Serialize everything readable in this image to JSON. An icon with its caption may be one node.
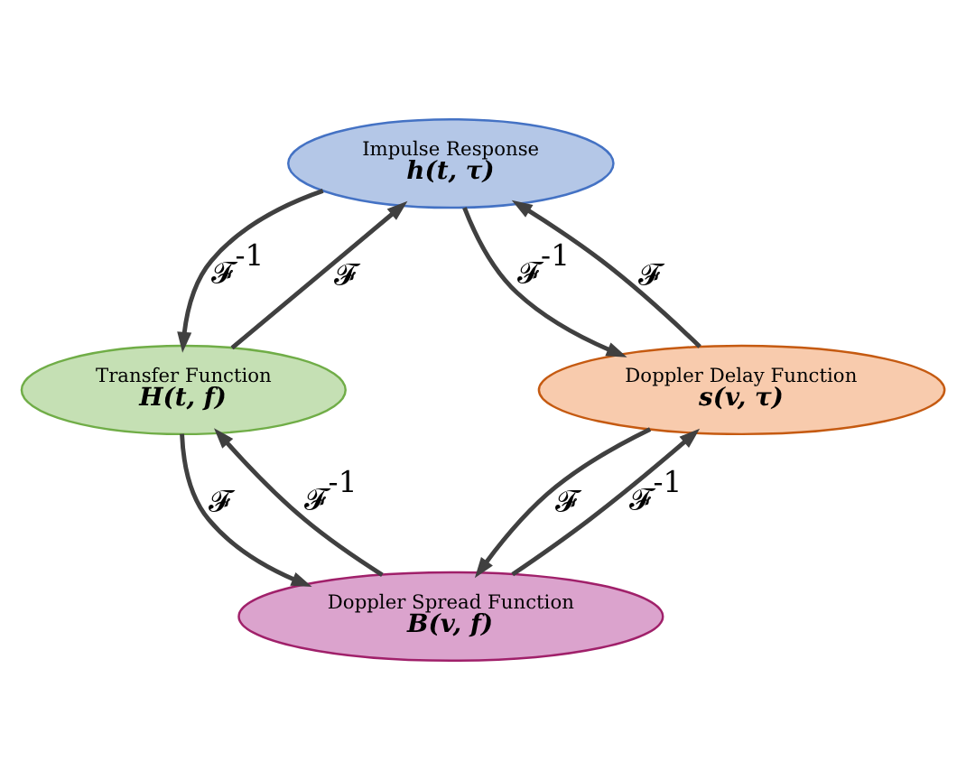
{
  "diagram": {
    "nodes": [
      {
        "text": [
          "Impulse Response",
          "h(t, τ)"
        ]
      },
      {
        "text": [
          "Transfer Function",
          "H(t, f)"
        ]
      },
      {
        "text": [
          "Doppler Delay Function",
          "s(v, τ)"
        ]
      },
      {
        "text": [
          "Doppler Spread Function",
          "B(v, f)"
        ]
      }
    ],
    "edges": [
      {
        "from": 1,
        "to": 0,
        "arrow": "to",
        "label": "𝓕"
      },
      {
        "from": 0,
        "to": 1,
        "arrow": "to",
        "label": "𝓕$^{-1}$"
      },
      {
        "from": 2,
        "to": 0,
        "arrow": "to",
        "label": "𝓕"
      },
      {
        "from": 0,
        "to": 2,
        "arrow": "to",
        "label": "𝓕$^{-1}$"
      },
      {
        "from": 3,
        "to": 1,
        "arrow": "to",
        "label": "𝓕$^{-1}$"
      },
      {
        "from": 1,
        "to": 3,
        "arrow": "to",
        "label": "𝓕"
      },
      {
        "from": 3,
        "to": 2,
        "arrow": "to",
        "label": "𝓕$^{-1}$"
      },
      {
        "from": 2,
        "to": 3,
        "arrow": "to",
        "label": "𝓕"
      }
    ]
  }
}
